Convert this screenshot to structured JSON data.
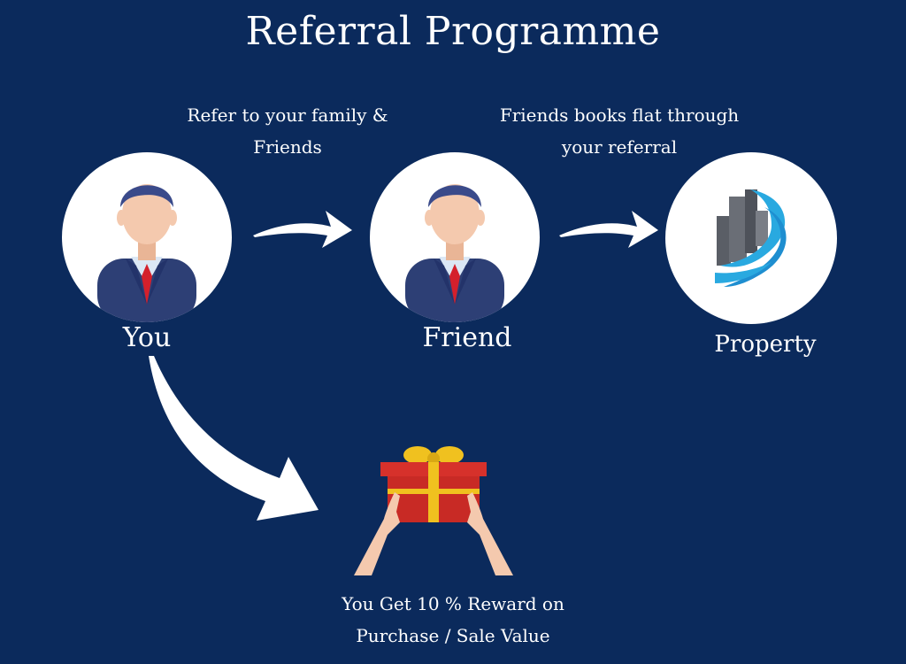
{
  "title": "Referral Programme",
  "steps": {
    "refer_text_line1": "Refer to your family &",
    "refer_text_line2": "Friends",
    "book_text_line1": "Friends books flat through",
    "book_text_line2": "your referral"
  },
  "nodes": {
    "you": "You",
    "friend": "Friend",
    "property": "Property"
  },
  "reward": {
    "line1": "You Get 10 % Reward on",
    "line2": "Purchase / Sale Value"
  },
  "colors": {
    "background": "#0b2a5c",
    "suit": "#2d3f75",
    "hair": "#3a4a8a",
    "skin": "#f4c9ae",
    "tie": "#d4202c",
    "gift": "#d6312b",
    "ribbon": "#f0c11f",
    "logo_blue": "#29a9e0",
    "building": "#5a5e66"
  },
  "icons": [
    "person-icon",
    "building-logo-icon",
    "gift-box-icon",
    "hands-icon",
    "arrow-icon"
  ]
}
